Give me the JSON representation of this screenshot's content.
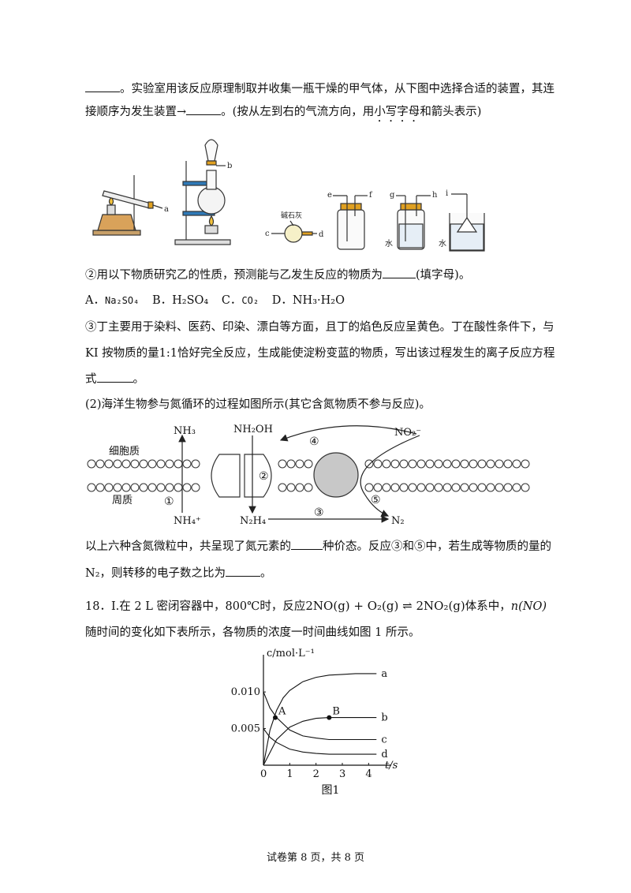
{
  "q17_cont": {
    "line1_text": "。实验室用该反应原理制取并收集一瓶干燥的甲气体，从下图中选择合适的装置，其连",
    "line2_prefix": "接顺序为发生装置→",
    "line2_suffix_a": "。(按从左到右的气流方向，用",
    "line2_emph": "小写字母",
    "line2_suffix_b": "和箭头表示)"
  },
  "apparatus": {
    "label_a": "a",
    "label_b": "b",
    "label_c": "c",
    "label_d": "d",
    "label_e": "e",
    "label_f": "f",
    "label_g": "g",
    "label_h": "h",
    "label_i": "i",
    "soda_lime": "碱石灰",
    "water1": "水",
    "water2": "水"
  },
  "q17_2": {
    "text": "②用以下物质研究乙的性质，预测能与乙发生反应的物质为",
    "suffix": "(填字母)。"
  },
  "options": {
    "A_label": "A．",
    "A_formula": "Na₂SO₄",
    "B_label": "B．",
    "B_formula": "H₂SO₄",
    "C_label": "C．",
    "C_formula": "CO₂",
    "D_label": "D．",
    "D_formula": "NH₃·H₂O"
  },
  "q17_3": {
    "line1": "③丁主要用于染料、医药、印染、漂白等方面，且丁的焰色反应呈黄色。丁在酸性条件下，与",
    "line2": "KI 按物质的量1:1恰好完全反应，生成能使淀粉变蓝的物质，写出该过程发生的离子反应方程",
    "line3_prefix": "式",
    "line3_suffix": "。"
  },
  "q17_part2": {
    "text": "(2)海洋生物参与氮循环的过程如图所示(其它含氮物质不参与反应)。"
  },
  "nitrogen_diagram": {
    "nh3": "NH₃",
    "nh2oh": "NH₂OH",
    "no2minus": "NO₂⁻",
    "cytoplasm": "细胞质",
    "periplasm": "周质",
    "nh4plus": "NH₄⁺",
    "n2h4": "N₂H₄",
    "n2": "N₂",
    "step1": "①",
    "step2": "②",
    "step3": "③",
    "step4": "④",
    "step5": "⑤"
  },
  "q17_after": {
    "line1_a": "以上六种含氮微粒中，共呈现了氮元素的",
    "line1_b": "种价态。反应③和⑤中，若生成等物质的量的",
    "line2_a": "N₂，则转移的电子数之比为",
    "line2_b": "。"
  },
  "q18": {
    "line1_a": "18．Ⅰ.在 2 L 密闭容器中，800℃时，反应",
    "reaction": "2NO(g) + O₂(g)  ⇌ 2NO₂(g)",
    "line1_b": "体系中，",
    "n_no": "n(NO)",
    "line2": "随时间的变化如下表所示，各物质的浓度一时间曲线如图 1 所示。"
  },
  "chart_data": {
    "type": "line",
    "ylabel": "c/mol·L⁻¹",
    "xlabel": "t/s",
    "x_ticks": [
      "0",
      "1",
      "2",
      "3",
      "4"
    ],
    "y_ticks": [
      "0.005",
      "0.010"
    ],
    "xlim": [
      0,
      4.5
    ],
    "ylim": [
      0,
      0.014
    ],
    "caption": "图1",
    "series": [
      {
        "name": "a",
        "x": [
          0,
          0.25,
          0.5,
          0.75,
          1,
          1.5,
          2,
          2.5,
          3,
          3.5,
          4,
          4.3
        ],
        "y": [
          0,
          0.0048,
          0.0075,
          0.0092,
          0.0102,
          0.0114,
          0.012,
          0.0123,
          0.0124,
          0.0125,
          0.0125,
          0.0125
        ]
      },
      {
        "name": "b",
        "x": [
          0,
          0.5,
          1,
          1.5,
          2,
          2.5,
          3,
          3.5,
          4,
          4.3
        ],
        "y": [
          0,
          0.0035,
          0.0052,
          0.006,
          0.0064,
          0.0065,
          0.0065,
          0.0065,
          0.0065,
          0.0065
        ]
      },
      {
        "name": "c",
        "x": [
          0,
          0.25,
          0.5,
          1,
          1.5,
          2,
          2.5,
          3,
          3.5,
          4,
          4.3
        ],
        "y": [
          0.01,
          0.0078,
          0.0065,
          0.0048,
          0.004,
          0.0037,
          0.0035,
          0.0035,
          0.0035,
          0.0035,
          0.0035
        ]
      },
      {
        "name": "d",
        "x": [
          0,
          0.25,
          0.5,
          1,
          1.5,
          2,
          2.5,
          3,
          3.5,
          4,
          4.3
        ],
        "y": [
          0.005,
          0.0038,
          0.0031,
          0.0022,
          0.0018,
          0.0016,
          0.0015,
          0.0015,
          0.0015,
          0.0015,
          0.0015
        ]
      }
    ],
    "points": [
      {
        "label": "A",
        "x": 0.45,
        "y": 0.0065
      },
      {
        "label": "B",
        "x": 2.5,
        "y": 0.0065
      }
    ]
  },
  "footer": {
    "text": "试卷第 8 页，共 8 页"
  }
}
